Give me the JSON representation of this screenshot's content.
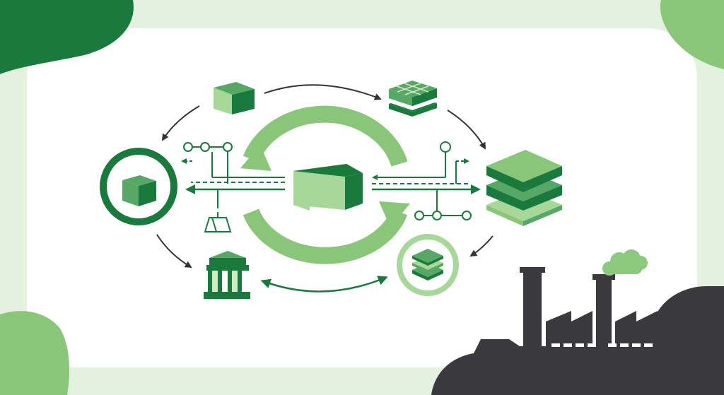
{
  "colors": {
    "background": "#e3f1de",
    "panel": "#ffffff",
    "dark_green": "#1a7a3e",
    "mid_green": "#57a866",
    "light_green": "#a7d89a",
    "pale_green": "#cfeac4",
    "arrow": "#333333",
    "factory": "#3a3a3e",
    "smoke": "#8bc97f"
  },
  "diagram": {
    "nodes": [
      {
        "id": "center-block",
        "icon": "cube-block-icon"
      },
      {
        "id": "top-left",
        "icon": "cube-icon"
      },
      {
        "id": "top-right",
        "icon": "grid-tile-icon"
      },
      {
        "id": "left-circle",
        "icon": "cube-in-circle-icon"
      },
      {
        "id": "right-stack",
        "icon": "layer-stack-icon"
      },
      {
        "id": "bottom-left",
        "icon": "storage-tank-icon"
      },
      {
        "id": "bottom-right",
        "icon": "layers-in-circle-icon"
      },
      {
        "id": "weight",
        "icon": "weight-icon"
      },
      {
        "id": "factory",
        "icon": "factory-icon"
      }
    ],
    "connector_icons": [
      "node-chain-icon",
      "node-chain-icon",
      "node-chain-icon"
    ],
    "cycle_arrows": [
      "circular-arrow-top-icon",
      "circular-arrow-bottom-icon"
    ]
  }
}
